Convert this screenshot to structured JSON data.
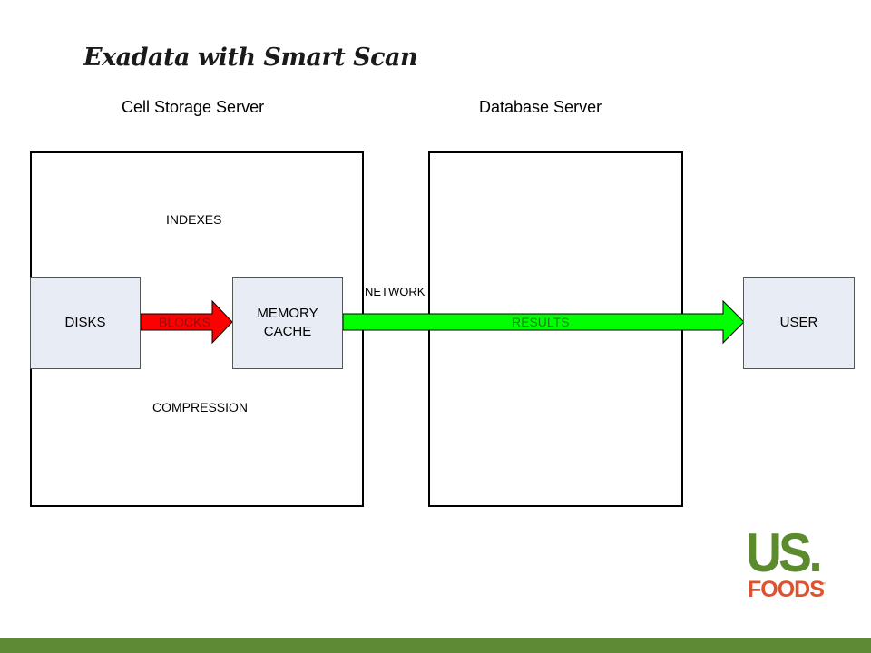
{
  "slide": {
    "title": "Exadata with Smart Scan"
  },
  "diagram": {
    "cell_storage_label": "Cell Storage Server",
    "database_server_label": "Database Server",
    "indexes_label": "INDEXES",
    "compression_label": "COMPRESSION",
    "network_label": "NETWORK",
    "disks_label": "DISKS",
    "memory_cache_line1": "MEMORY",
    "memory_cache_line2": "CACHE",
    "user_label": "USER",
    "blocks_label": "BLOCKS",
    "results_label": "RESULTS",
    "colors": {
      "blocks_arrow": "#ff0000",
      "results_arrow": "#00ff00",
      "component_fill": "#e8ecf4",
      "footer_bar": "#5f8a35"
    }
  },
  "logo": {
    "us": "US.",
    "foods": "FOODS",
    "tm": "™"
  }
}
